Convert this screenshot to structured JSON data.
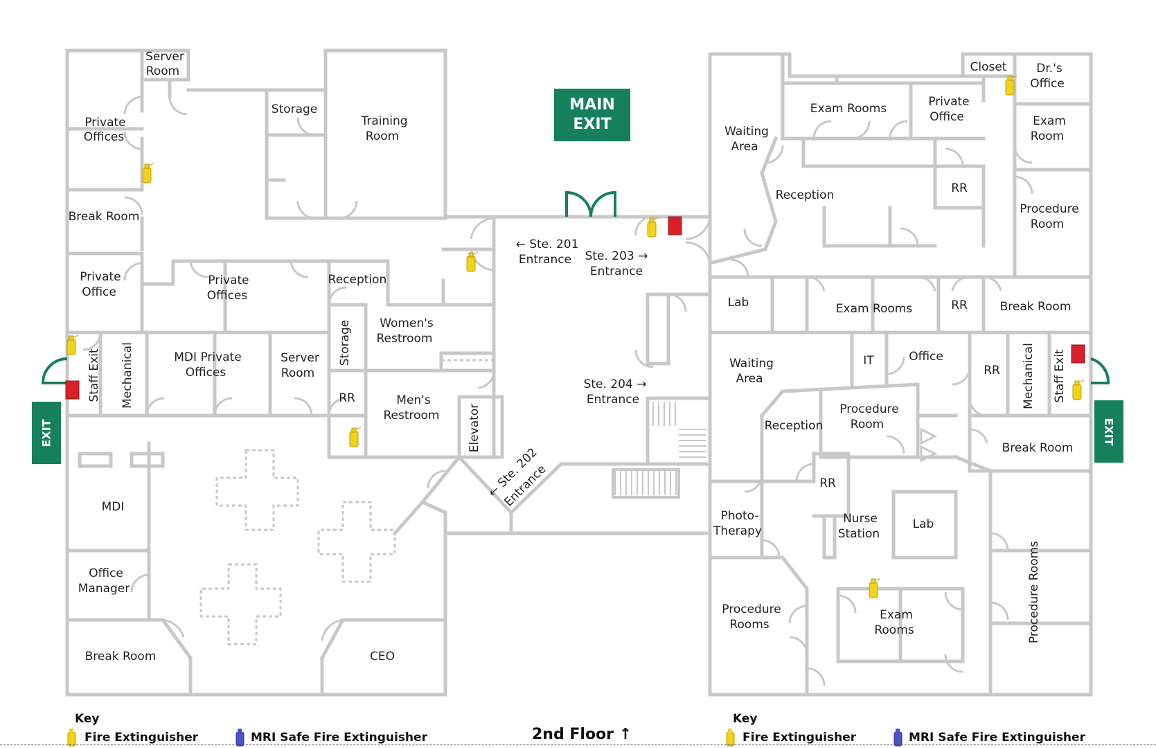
{
  "floor_title": "2nd Floor",
  "floor_arrow": "↑",
  "main_exit": {
    "line1": "MAIN",
    "line2": "EXIT"
  },
  "side_exit": "EXIT",
  "key_left": {
    "title": "Key",
    "fire_label": "Fire Extinguisher",
    "mri_label": "MRI Safe Fire Extinguisher"
  },
  "key_right": {
    "title": "Key",
    "fire_label": "Fire Extinguisher",
    "mri_label": "MRI Safe Fire Extinguisher"
  },
  "colors": {
    "wall": "#c8c8c8",
    "exit_green": "#15805b",
    "fire_extinguisher": "#f2d21a",
    "mri_extinguisher": "#4a52c8",
    "alarm_red": "#d9202a"
  },
  "rooms_left": {
    "server_room_top": [
      "Server",
      "Room"
    ],
    "private_offices_top": [
      "Private",
      "Offices"
    ],
    "break_room_top": "Break Room",
    "storage_top": "Storage",
    "training_room": [
      "Training",
      "Room"
    ],
    "private_office_mid": [
      "Private",
      "Office"
    ],
    "private_offices_mid": [
      "Private",
      "Offices"
    ],
    "reception": "Reception",
    "womens_restroom": [
      "Women's",
      "Restroom"
    ],
    "storage_vertical": "Storage",
    "staff_exit": "Staff Exit",
    "mechanical": "Mechanical",
    "mdi_private_offices": [
      "MDI Private",
      "Offices"
    ],
    "server_room_mid": [
      "Server",
      "Room"
    ],
    "rr": "RR",
    "mens_restroom": [
      "Men's",
      "Restroom"
    ],
    "elevator": "Elevator",
    "mdi": "MDI",
    "office_manager": [
      "Office",
      "Manager"
    ],
    "break_room_bottom": "Break Room",
    "ceo": "CEO"
  },
  "entrances": {
    "ste201": [
      "← Ste. 201",
      "Entrance"
    ],
    "ste203": [
      "Ste. 203 →",
      "Entrance"
    ],
    "ste204": [
      "Ste. 204 →",
      "Entrance"
    ],
    "ste202": [
      "← Ste. 202",
      "Entrance"
    ]
  },
  "rooms_right": {
    "waiting_area_top": [
      "Waiting",
      "Area"
    ],
    "exam_rooms_top": "Exam Rooms",
    "private_office": [
      "Private",
      "Office"
    ],
    "closet": "Closet",
    "drs_office": [
      "Dr.'s",
      "Office"
    ],
    "exam_room": [
      "Exam",
      "Room"
    ],
    "reception_top": "Reception",
    "rr_top": "RR",
    "procedure_room_top": [
      "Procedure",
      "Room"
    ],
    "lab_top": "Lab",
    "exam_rooms_mid": "Exam Rooms",
    "rr_mid": "RR",
    "break_room_top": "Break Room",
    "waiting_area_bottom": [
      "Waiting",
      "Area"
    ],
    "it": "IT",
    "office": "Office",
    "rr_bottom": "RR",
    "mechanical": "Mechanical",
    "staff_exit": "Staff Exit",
    "reception_bottom": "Reception",
    "procedure_room_mid": [
      "Procedure",
      "Room"
    ],
    "break_room_bottom": "Break Room",
    "rr_small": "RR",
    "photo_therapy": [
      "Photo-",
      "Therapy"
    ],
    "nurse_station": [
      "Nurse",
      "Station"
    ],
    "lab_bottom": "Lab",
    "procedure_rooms": [
      "Procedure",
      "Rooms"
    ],
    "exam_rooms_bottom": [
      "Exam",
      "Rooms"
    ],
    "procedure_rooms_vertical": "Procedure Rooms"
  }
}
